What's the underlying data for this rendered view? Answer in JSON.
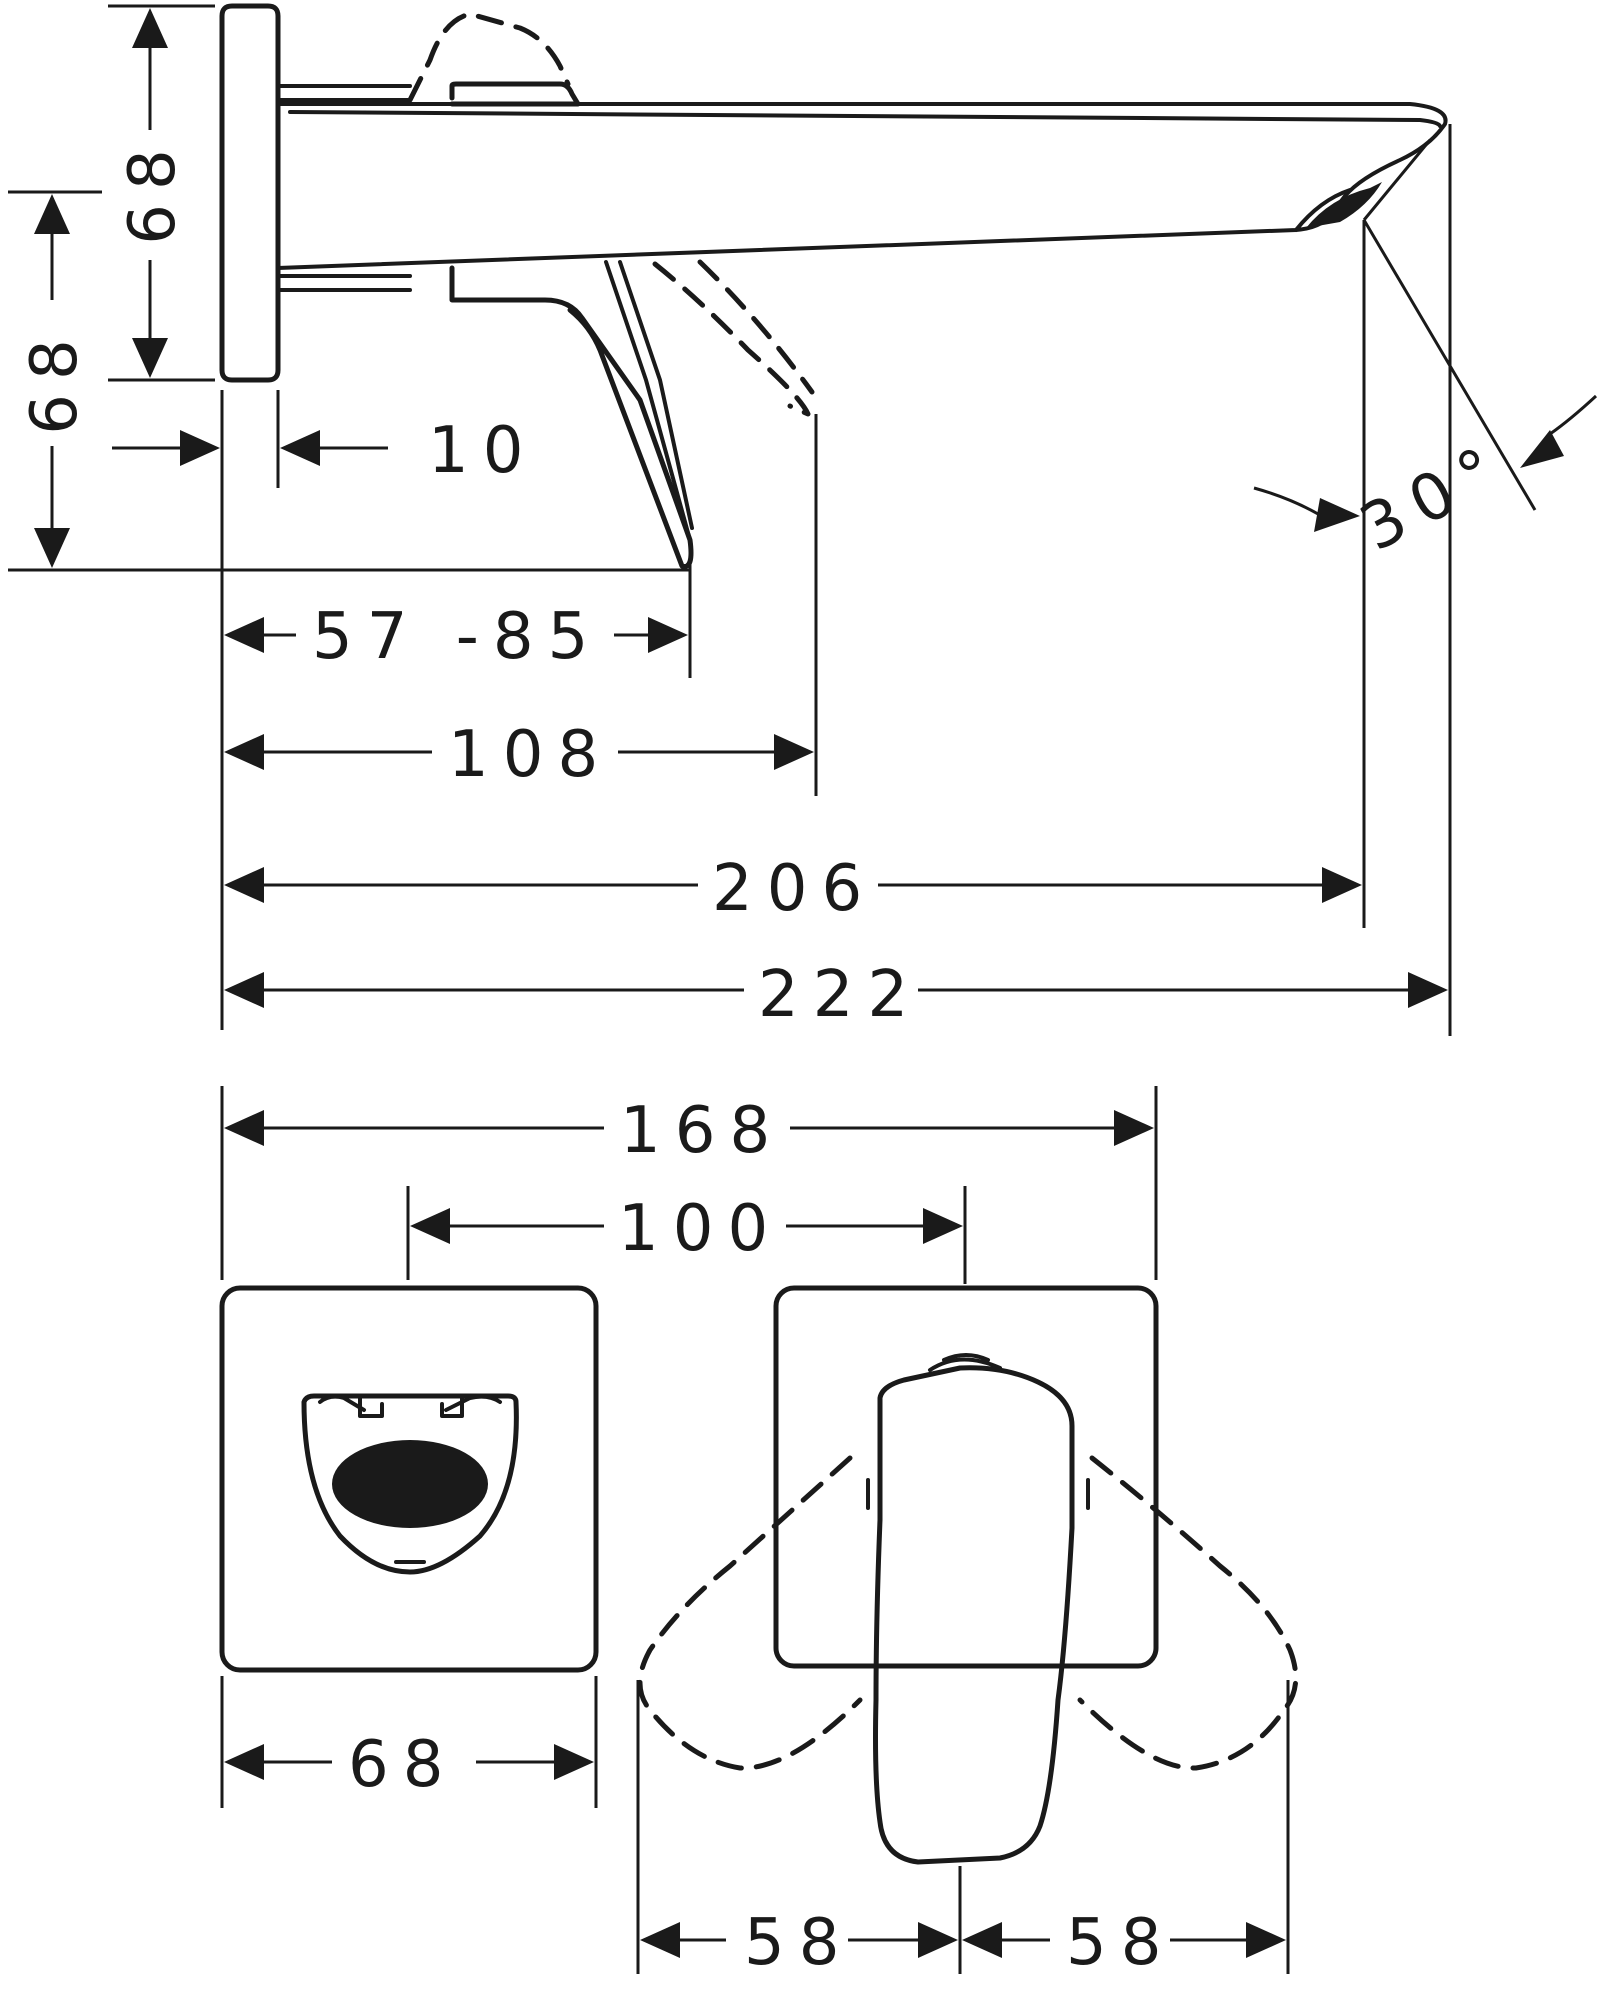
{
  "dimensions": {
    "rosette_height_top": "68",
    "wall_to_body_height": "68",
    "rosette_thickness": "10",
    "lever_reach": "57 -85",
    "lever_tip_reach": "108",
    "spout_outlet_reach": "206",
    "total_projection": "222",
    "spout_angle": "30°",
    "rosette_spacing_total": "168",
    "rosette_center_distance": "100",
    "rosette_width": "68",
    "lever_swing_left": "58",
    "lever_swing_right": "58"
  }
}
